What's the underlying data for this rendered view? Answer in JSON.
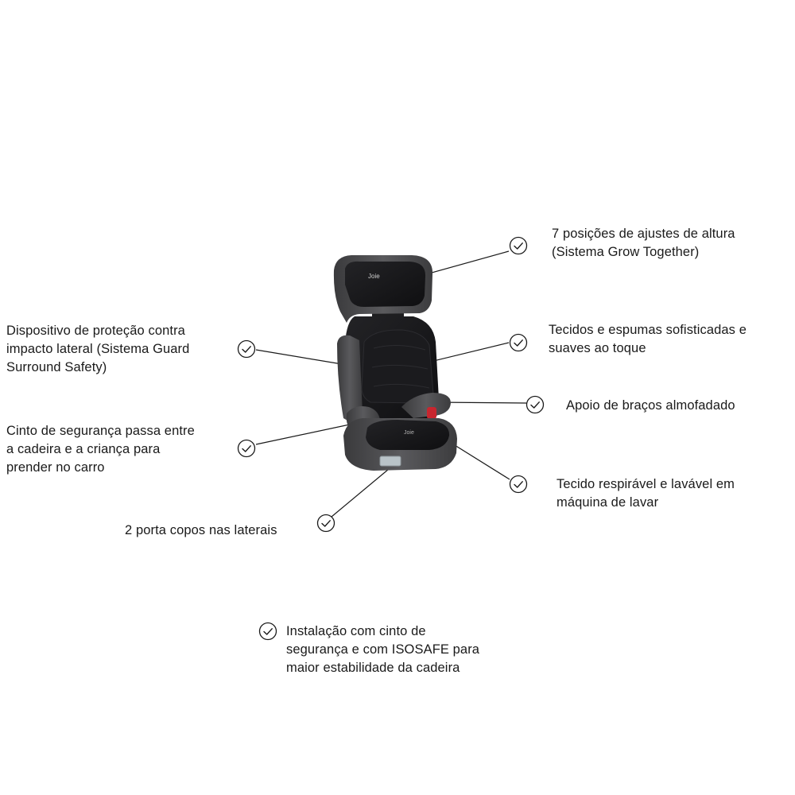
{
  "product": {
    "brand_logo_text": "Joie",
    "colors": {
      "shell": "#4a4a4c",
      "fabric": "#151517",
      "accent": "#c8262f",
      "isofix_handle": "#b9c3c8"
    }
  },
  "icons": {
    "feature_marker": "check-circle-icon"
  },
  "features": [
    {
      "id": "height",
      "text": "7 posições de ajustes de altura\n(Sistema Grow Together)"
    },
    {
      "id": "fabrics",
      "text": "Tecidos e espumas sofisticadas e\nsuaves ao toque"
    },
    {
      "id": "armrest",
      "text": "Apoio de braços almofadado"
    },
    {
      "id": "washable",
      "text": "Tecido respirável e lavável em\nmáquina de lavar"
    },
    {
      "id": "side",
      "text": "Dispositivo de proteção contra\nimpacto lateral (Sistema Guard\nSurround Safety)"
    },
    {
      "id": "belt",
      "text": "Cinto de segurança passa entre\na cadeira e a criança para\nprender no carro"
    },
    {
      "id": "cupholder",
      "text": "2 porta copos nas laterais"
    },
    {
      "id": "install",
      "text": "Instalação com cinto de\nsegurança e com ISOSAFE para\nmaior estabilidade da cadeira"
    }
  ]
}
